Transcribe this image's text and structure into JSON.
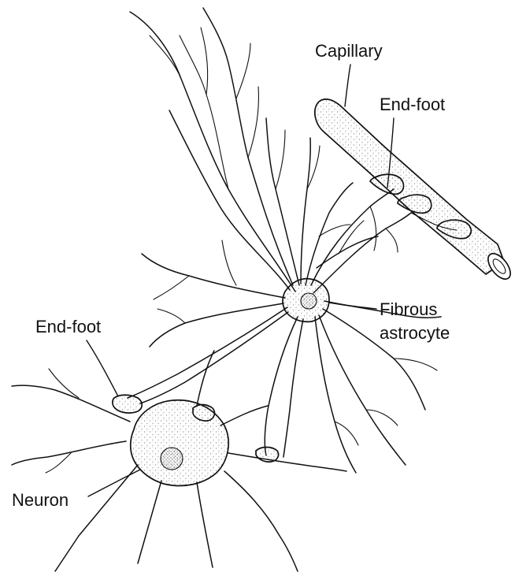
{
  "labels": {
    "capillary": "Capillary",
    "end_foot_capillary": "End-foot",
    "fibrous_line1": "Fibrous",
    "fibrous_line2": "astrocyte",
    "end_foot_neuron": "End-foot",
    "neuron": "Neuron"
  }
}
